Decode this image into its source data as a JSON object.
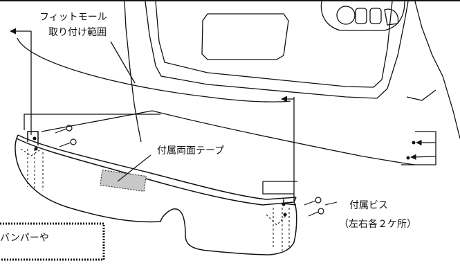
{
  "labels": {
    "fit_mall_line1": "フィットモール",
    "fit_mall_line2": "取り付け範囲",
    "double_sided_tape": "付属両面テープ",
    "screws_line1": "付属ビス",
    "screws_line2": "（左右各２ケ所）",
    "note_fragment": "バンパーや"
  }
}
